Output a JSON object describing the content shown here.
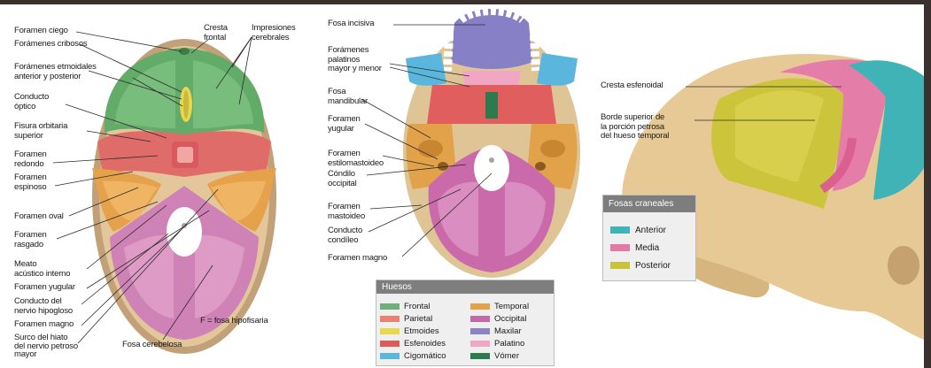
{
  "left_labels": {
    "foramen_ciego": "Foramen ciego",
    "forameres_cribosos": "Forámenes cribosos",
    "forameres_etmoidales": "Forámenes etmoidales\nanterior y posterior",
    "conducto_optico": "Conducto\nóptico",
    "fisura_orbitaria": "Fisura orbitaria\nsuperior",
    "foramen_redondo": "Foramen\nredondo",
    "foramen_espinoso": "Foramen\nespinoso",
    "foramen_oval": "Foramen oval",
    "foramen_rasgado": "Foramen\nrasgado",
    "meato": "Meato\nacústico interno",
    "foramen_yugular": "Foramen yugular",
    "conducto_hipogloso": "Conducto del\nnervio hipogloso",
    "foramen_magno": "Foramen magno",
    "surco_hiato": "Surco del hiato\ndel nervio petroso\nmayor",
    "cresta_frontal": "Cresta\nfrontal",
    "impresiones": "Impresiones\ncerebrales",
    "f_fosa": "F = fosa hipofisaria",
    "fosa_cerebelosa": "Fosa cerebelosa"
  },
  "center_labels": {
    "fosa_incisiva": "Fosa incisiva",
    "forameres_palatinos": "Forámenes\npalatinos\nmayor y menor",
    "fosa_mandibular": "Fosa\nmandibular",
    "foramen_yugular": "Foramen\nyugular",
    "foramen_estilomastoideo": "Foramen\nestilomastoideo",
    "condilo": "Cóndilo\noccipital",
    "foramen_mastoideo": "Foramen\nmastoideo",
    "conducto_condileo": "Conducto\ncondíleo",
    "foramen_magno": "Foramen magno"
  },
  "right_labels": {
    "cresta_esfenoidal": "Cresta esfenoidal",
    "borde_superior": "Borde superior de\nla porción petrosa\ndel hueso temporal"
  },
  "huesos_legend": {
    "title": "Huesos",
    "items": [
      {
        "label": "Frontal",
        "color": "#6fb07a"
      },
      {
        "label": "Temporal",
        "color": "#e2a24a"
      },
      {
        "label": "Parietal",
        "color": "#e98272"
      },
      {
        "label": "Occipital",
        "color": "#c46aa8"
      },
      {
        "label": "Etmoides",
        "color": "#e8d84a"
      },
      {
        "label": "Maxilar",
        "color": "#8a83c9"
      },
      {
        "label": "Esfenoides",
        "color": "#e05a5a"
      },
      {
        "label": "Palatino",
        "color": "#f0a6c4"
      },
      {
        "label": "Cigomático",
        "color": "#5bb6dd"
      },
      {
        "label": "Vómer",
        "color": "#2d7a4e"
      }
    ]
  },
  "fosas_legend": {
    "title": "Fosas craneales",
    "items": [
      {
        "label": "Anterior",
        "color": "#3fb3b6"
      },
      {
        "label": "Media",
        "color": "#e27aa6"
      },
      {
        "label": "Posterior",
        "color": "#c9c23a"
      }
    ]
  }
}
